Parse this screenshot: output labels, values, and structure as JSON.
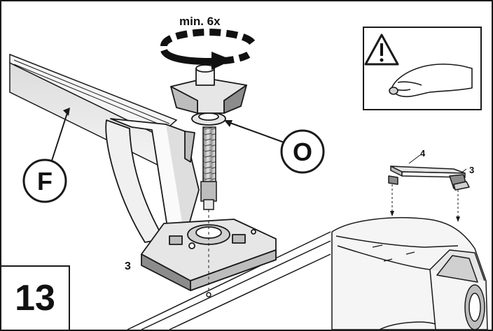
{
  "figure": {
    "step_number": "13",
    "rotation_label": "min. 6x",
    "callouts": {
      "bar": "F",
      "ring": "O"
    },
    "part_labels": {
      "foot_main": "3",
      "foot_small": "3",
      "bar_small": "4"
    }
  },
  "colors": {
    "line": "#1a1a1a",
    "shade_light": "#e6e6e6",
    "shade_mid": "#bdbdbd",
    "shade_dark": "#8c8c8c"
  },
  "icons": [
    "warning-triangle-icon",
    "hand-icon",
    "rotation-arrow-icon"
  ]
}
